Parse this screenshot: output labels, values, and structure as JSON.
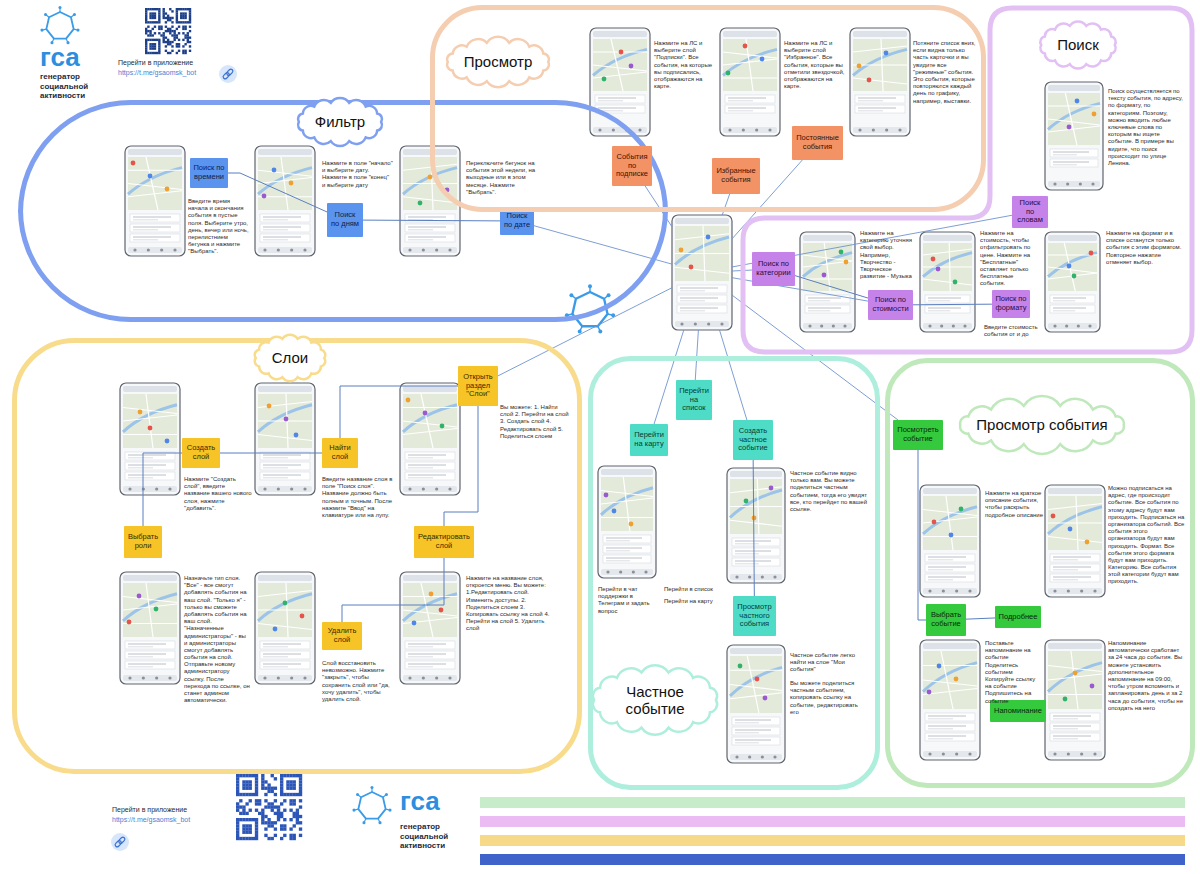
{
  "diagram": {
    "nodes": [
      {
        "text": [
          "Фильтр"
        ]
      },
      {
        "text": [
          "Поиск по времени"
        ],
        "in": 0
      },
      {
        "text": [
          "Поиск по дням"
        ],
        "in": 0
      },
      {
        "text": [
          "Поиск по дате"
        ],
        "in": 0
      },
      {
        "text": [
          "Просмотр"
        ]
      },
      {
        "text": [
          "События по подписке"
        ],
        "in": 4
      },
      {
        "text": [
          "Избранные события"
        ],
        "in": 4
      },
      {
        "text": [
          "Постоянные события"
        ],
        "in": 4
      },
      {
        "text": [
          "Поиск"
        ]
      },
      {
        "text": [
          "Поиск по словам"
        ],
        "in": 8
      },
      {
        "text": [
          "Поиск по категории"
        ],
        "in": 8
      },
      {
        "text": [
          "Поиск по стоимости"
        ],
        "in": 8
      },
      {
        "text": [
          "Поиск по формату"
        ],
        "in": 8
      },
      {
        "text": [
          "Слои"
        ]
      },
      {
        "text": [
          "Открыть раздел \"Слои\""
        ],
        "in": 13
      },
      {
        "text": [
          "Создать слой"
        ],
        "in": 13
      },
      {
        "text": [
          "Найти слой"
        ],
        "in": 13
      },
      {
        "text": [
          "Выбрать роли"
        ],
        "in": 13
      },
      {
        "text": [
          "Редактировать слой"
        ],
        "in": 13
      },
      {
        "text": [
          "Удалить слой"
        ],
        "in": 13
      },
      {
        "text": [
          "Частное событие"
        ]
      },
      {
        "text": [
          "Перейти на список"
        ],
        "in": 20
      },
      {
        "text": [
          "Перейти на карту"
        ],
        "in": 20
      },
      {
        "text": [
          "Создать частное событие"
        ],
        "in": 20
      },
      {
        "text": [
          "Просмотр частного события"
        ],
        "in": 20
      },
      {
        "text": [
          "Просмотр события"
        ]
      },
      {
        "text": [
          "Посмотреть событие"
        ],
        "in": 25
      },
      {
        "text": [
          "Выбрать событие"
        ],
        "in": 25
      },
      {
        "text": [
          "Подробнее"
        ],
        "in": 25
      },
      {
        "text": [
          "Напоминание"
        ],
        "in": 25
      }
    ],
    "edges": [
      {
        "from": 3,
        "to": 2,
        "arrow": "none"
      },
      {
        "from": 2,
        "to": 1,
        "arrow": "none"
      },
      {
        "from": 10,
        "to": 11,
        "arrow": "none"
      },
      {
        "from": 11,
        "to": 12,
        "arrow": "none"
      },
      {
        "from": 14,
        "to": 16,
        "arrow": "none"
      },
      {
        "from": 16,
        "to": 15,
        "arrow": "none"
      },
      {
        "from": 15,
        "to": 17,
        "arrow": "none"
      },
      {
        "from": 14,
        "to": 18,
        "arrow": "none"
      },
      {
        "from": 18,
        "to": 19,
        "arrow": "none"
      },
      {
        "from": 23,
        "to": 24,
        "arrow": "none"
      },
      {
        "from": 26,
        "to": 27,
        "arrow": "none"
      },
      {
        "from": 27,
        "to": 28,
        "arrow": "none"
      }
    ],
    "labels": [
      "гса",
      "генератор социальной активности",
      "Перейти в приложение",
      "https://t.me/gsaomsk_bot",
      "Введите время начала и окончания события в пустые поля. Выберите утро, день, вечер или ночь, перелистнием бегунка и нажмите \"Выбрать\".",
      "Нажмите в поле \"начало\" и выберите дату. Нажмите в поле \"конец\" и выберите дату",
      "Переключите бегунок на события этой недели, на выходные или в этом месяце. Нажмите \"Выбрать\".",
      "Нажмите на ЛС и выберите слой \"Подписки\". Все события, на которые вы подписались, отображаются на карте.",
      "Нажмите на ЛС и выберите слой \"Избранное\". Все события, которые вы отметили звездочкой, отображаются на карте.",
      "Потяните список вниз, если видна только часть карточки и вы увидите все \"режимные\" события. Это события, которые повторяются каждый день по графику, например, выставки.",
      "Поиск осуществляется по тексту события, по адресу, по формату, по категориям. Поэтому, можно вводить любые ключевые слова по которым вы ищете событие. В примере вы видите, что поиск происходит по улице Ленина.",
      "Нажмите на категорию уточняя свой выбор. Например, Творчество - Творческое развитие - Музыка",
      "Нажмите на стоимость, чтобы отфильтровать по цене. Нажмите на \"Бесплатные\" оставляет только бесплатные события.",
      "Введите стоимость события от и до",
      "Нажмите на формат и в списке останутся только события с этим форматом. Повторное нажатие отменяет выбор.",
      "Вы можете: 1. Найти слой 2. Перейти на слой 3. Создать слой 4. Редактировать слой 5. Поделиться слоем",
      "Нажмите \"Создать слой\", введите название вашего нового слоя, нажмите \"добавить\".",
      "Введите название слоя в поле \"Поиск слоя\". Название должно быть полным и точным. После нажмите \"Ввод\" на клавиатуре или на лупу.",
      "Назначьте тип слоя. \"Все\" - все смогут добавлять события на ваш слой. \"Только я\" - только вы сможете добавлять события на ваш слой. \"Назначенные администраторы\" - вы и администраторы смогут добавлять события на слой. Отправьте новому администратору ссылку. После перехода по ссылке, он станет админом автоматически.",
      "Слой восстановить невозможно. Нажмите \"закрыть\", чтобы сохранить слой или \"да, хочу удалить\", чтобы удалить слой.",
      "Нажмите на название слоя, откроется меню. Вы можете: 1.Редактировать слой. Изменить доступы. 2. Поделиться слоем 3. Копировать ссылку на слой 4. Перейти на слой 5. Удалить слой",
      "Частное событие видно только вам. Вы можете поделиться частным событием, тогда его увидят все, кто перейдет по вашей ссылке.",
      "Перейти в чат поддержки в Телеграм и задать вопрос",
      "Перейти в список",
      "Перейти на карту",
      "Частное событие легко найти на слое \"Мои события\"",
      "Вы можете поделиться частным событием, копировать ссылку на событие, редактировать его",
      "Нажмите на краткое описание события, чтобы раскрыть подробное описание",
      "Можно подписаться на адрес, где происходит событие. Все события по этому адресу будут вам приходить. Подписаться на организатора событий. Все события этого организатора будут вам приходить. Формат. Все события этого формата будут вам приходить. Категорию. Все события этой категории будут вам приходить.",
      "Поставьте напоминание на событие Поделитесь событием Копируйте ссылку на событие Подпишитесь на событие",
      "Напоминание автоматически сработает за 24 часа до события. Вы можете установить дополнительное напоминание на 09:00, чтобы утром вспомнить и запланировать день и за 2 часа до события, чтобы не опоздать на него",
      "Перейти в приложение",
      "https://t.me/gsaomsk_bot",
      "гса",
      "генератор социальной активности"
    ]
  }
}
